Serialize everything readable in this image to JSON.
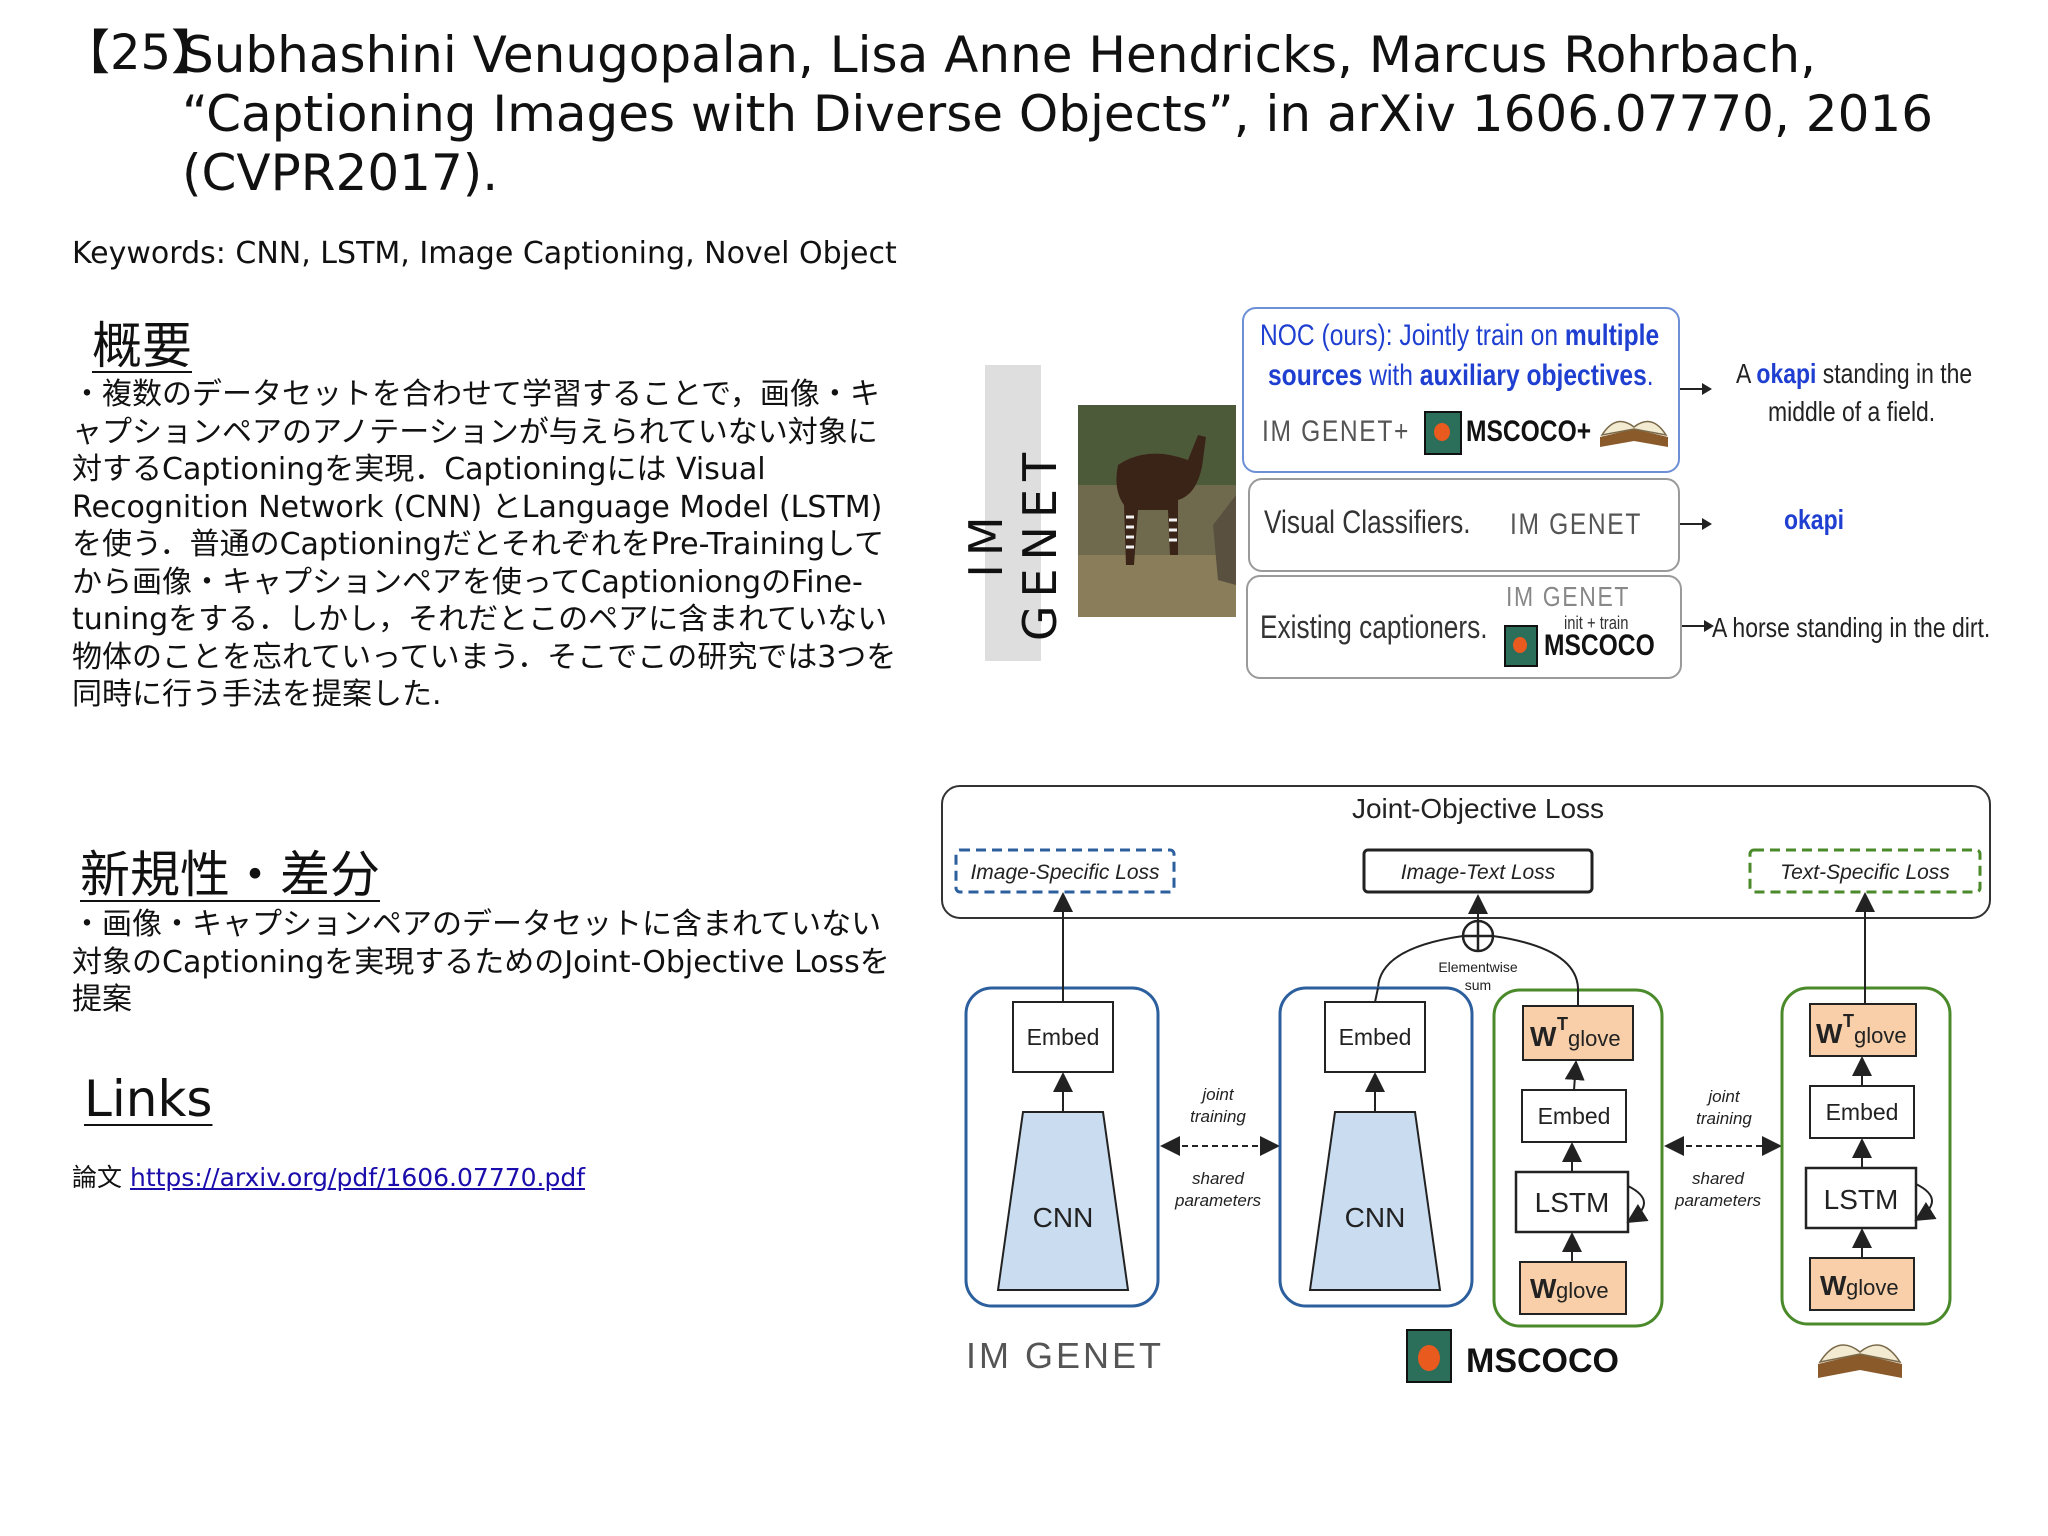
{
  "header": {
    "ref_number": "【25】",
    "title": "Subhashini Venugopalan, Lisa Anne Hendricks, Marcus Rohrbach, “Captioning Images with Diverse Objects”, in arXiv 1606.07770, 2016 (CVPR2017)."
  },
  "keywords": "Keywords: CNN, LSTM, Image Captioning, Novel Object",
  "overview": {
    "heading": "概要",
    "text": "・複数のデータセットを合わせて学習することで，画像・キャプションペアのアノテーションが与えられていない対象に対するCaptioningを実現．Captioningには Visual Recognition Network (CNN) とLanguage Model (LSTM) を使う．普通のCaptioningだとそれぞれをPre-Trainingしてから画像・キャプションペアを使ってCaptioniongのFine-tuningをする．しかし，それだとこのペアに含まれていない物体のことを忘れていっていまう．そこでこの研究では3つを同時に行う手法を提案した."
  },
  "novelty": {
    "heading": "新規性・差分",
    "text": "・画像・キャプションペアのデータセットに含まれていない対象のCaptioningを実現するためのJoint-Objective Lossを提案"
  },
  "links": {
    "heading": "Links",
    "label": "論文",
    "url": "https://arxiv.org/pdf/1606.07770.pdf"
  },
  "figure1": {
    "imagenet_vertical": "IM GENET",
    "noc_line1_a": "NOC (ours): Jointly train on ",
    "noc_line1_b": "multiple",
    "noc_line2_a": "sources",
    "noc_line2_b": " with ",
    "noc_line2_c": "auxiliary objectives",
    "noc_line2_d": ".",
    "noc_sources": "IM GENET+",
    "noc_mscoco": "MSCOCO+",
    "noc_output_a": "A ",
    "noc_output_b": "okapi",
    "noc_output_c": " standing in the",
    "noc_output_d": "middle of a field.",
    "vc_label": "Visual Classifiers.",
    "vc_source": "IM GENET",
    "vc_output": "okapi",
    "ec_label": "Existing captioners.",
    "ec_source_top": "IM GENET",
    "ec_init_train": "init + train",
    "ec_mscoco": "MSCOCO",
    "ec_output": "A horse standing in the dirt.",
    "colors": {
      "blue_text": "#1f3fd1",
      "noc_border": "#6c8fd6"
    }
  },
  "figure2": {
    "joint_loss_title": "Joint-Objective Loss",
    "image_specific_loss": "Image-Specific Loss",
    "image_text_loss": "Image-Text Loss",
    "text_specific_loss": "Text-Specific Loss",
    "elementwise_sum": [
      "Elementwise",
      "sum"
    ],
    "embed": "Embed",
    "cnn": "CNN",
    "lstm": "LSTM",
    "w_glove": "W",
    "glove_sub": "glove",
    "t_sup": "T",
    "joint_training": [
      "joint",
      "training"
    ],
    "shared_parameters": [
      "shared",
      "parameters"
    ],
    "imagenet_bottom": "IM GENET",
    "mscoco_bottom": "MSCOCO",
    "colors": {
      "blue": "#2c5f9e",
      "green": "#4a8a2a",
      "cnn_fill": "#c9dcf0",
      "glove_fill": "#f8cfa8"
    }
  }
}
